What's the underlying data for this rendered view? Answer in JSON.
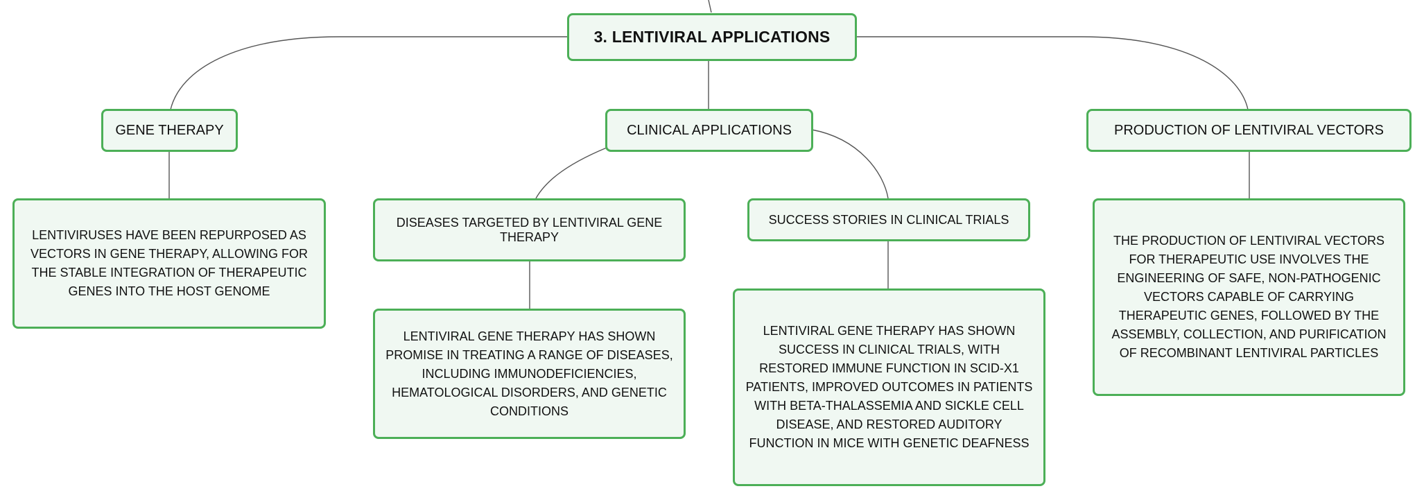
{
  "diagram": {
    "root": {
      "label": "3. LENTIVIRAL APPLICATIONS"
    },
    "branches": [
      {
        "label": "GENE THERAPY",
        "detail": "LENTIVIRUSES HAVE BEEN REPURPOSED AS VECTORS IN GENE THERAPY, ALLOWING FOR THE STABLE INTEGRATION OF THERAPEUTIC GENES INTO THE HOST GENOME"
      },
      {
        "label": "CLINICAL APPLICATIONS",
        "children": [
          {
            "label": "DISEASES TARGETED BY LENTIVIRAL GENE THERAPY",
            "detail": "LENTIVIRAL GENE THERAPY HAS SHOWN PROMISE IN TREATING A RANGE OF DISEASES, INCLUDING IMMUNODEFICIENCIES, HEMATOLOGICAL DISORDERS, AND GENETIC CONDITIONS"
          },
          {
            "label": "SUCCESS STORIES IN CLINICAL TRIALS",
            "detail": "LENTIVIRAL GENE THERAPY HAS SHOWN SUCCESS IN CLINICAL TRIALS, WITH RESTORED IMMUNE FUNCTION IN SCID-X1 PATIENTS, IMPROVED OUTCOMES IN PATIENTS WITH BETA-THALASSEMIA AND SICKLE CELL DISEASE, AND RESTORED AUDITORY FUNCTION IN MICE WITH GENETIC DEAFNESS"
          }
        ]
      },
      {
        "label": "PRODUCTION OF LENTIVIRAL VECTORS",
        "detail": "THE PRODUCTION OF LENTIVIRAL VECTORS FOR THERAPEUTIC USE INVOLVES THE ENGINEERING OF SAFE, NON-PATHOGENIC VECTORS CAPABLE OF CARRYING THERAPEUTIC GENES, FOLLOWED BY THE ASSEMBLY, COLLECTION, AND PURIFICATION OF RECOMBINANT LENTIVIRAL PARTICLES"
      }
    ]
  },
  "colors": {
    "node_border": "#4caf57",
    "node_fill": "#f0f8f2",
    "connector": "#555555",
    "text": "#111111"
  }
}
